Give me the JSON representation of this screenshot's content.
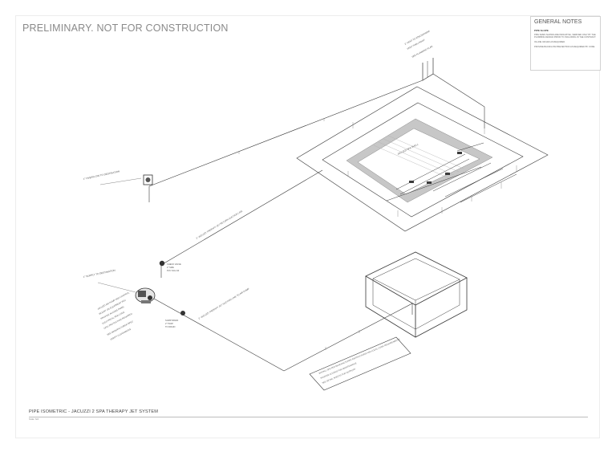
{
  "sheet": {
    "banner": "PRELIMINARY. NOT FOR CONSTRUCTION",
    "title": "PIPE ISOMETRIC - JACUZZI 2 SPA THERAPY JET SYSTEM",
    "scale_note": "Scale: N/A"
  },
  "general_notes": {
    "title": "GENERAL NOTES",
    "subtitle": "PIPE SLOPE",
    "lines": [
      "PIPE SIZES SHOWN ARE INDICATIVE, VERIFIED ONLY BY THE",
      "PLUMBING DESIGN PRIOR TO INCLUDING IN THE CONTRACT.",
      "IN-LINE VALVES AS REQUIRED.",
      "PROVIDE BACKFLOW PREVENTION AS REQUIRED BY CODE"
    ]
  },
  "labels": {
    "overflow_callout": "1\" OVERFLOW TO DESTINATION",
    "supply_callout": "1\" SUPPLY TO DESTINATION",
    "upper_run": "2\" JACUZZI THERAPY JET RETURN SUCTION LINE",
    "lower_run": "2\" JACUZZI THERAPY JET SUCTION LINE TO AIR PUMP",
    "pump_note": "JACUZZI AIR PUMP AND CONTROL",
    "tub_note": "INSTALL SPA PER MANUFACTURER INSTRUCTIONS AND LOCAL CODE REQUIREMENTS",
    "valve_tag": "CHECK VALVE",
    "drain_tag": "SUMP DRAIN"
  },
  "colors": {
    "line": "#3a3a3a",
    "thin": "#9a9a9a",
    "deck": "#c7c7c7",
    "banner": "#8a8a8a"
  }
}
